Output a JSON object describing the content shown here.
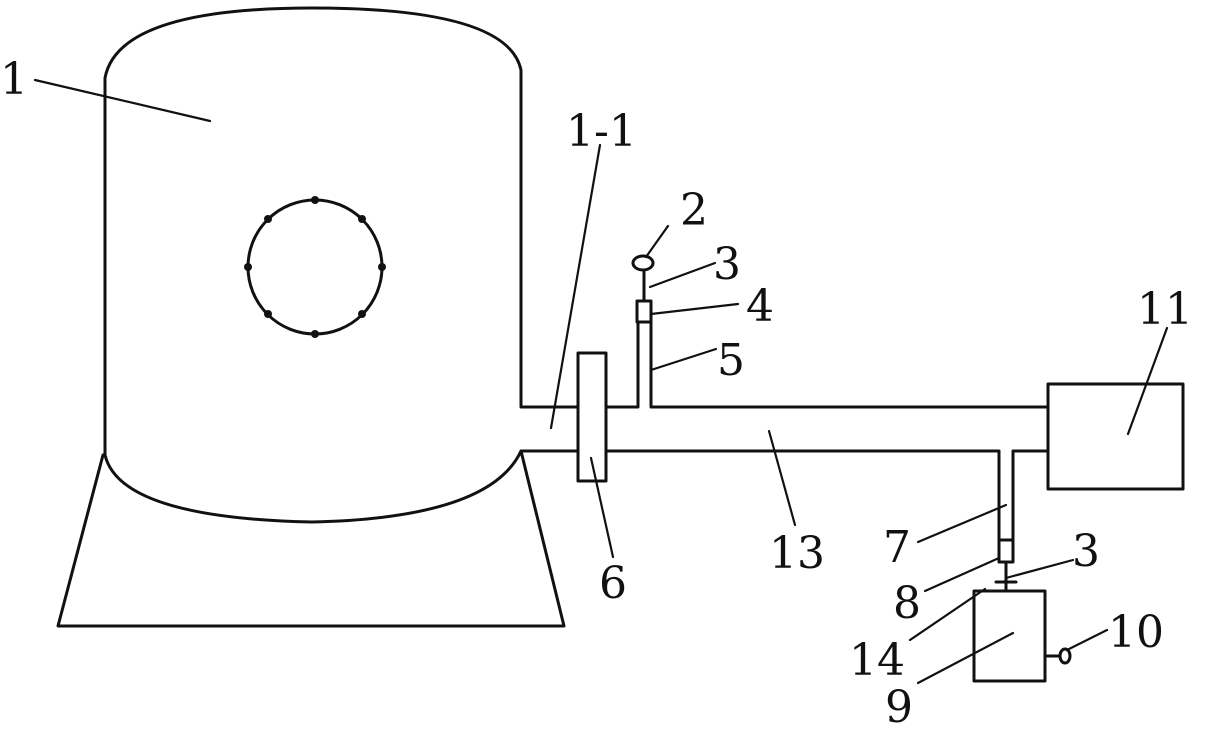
{
  "diagram": {
    "labels": {
      "tank": "1",
      "tank_outlet": "1-1",
      "part_2": "2",
      "part_3_upper": "3",
      "part_4": "4",
      "part_5": "5",
      "part_6": "6",
      "part_7": "7",
      "part_8": "8",
      "part_3_lower": "3",
      "part_9": "9",
      "part_10": "10",
      "part_11": "11",
      "part_13": "13",
      "part_14": "14"
    },
    "colors": {
      "line": "#111111",
      "background": "#ffffff"
    }
  }
}
